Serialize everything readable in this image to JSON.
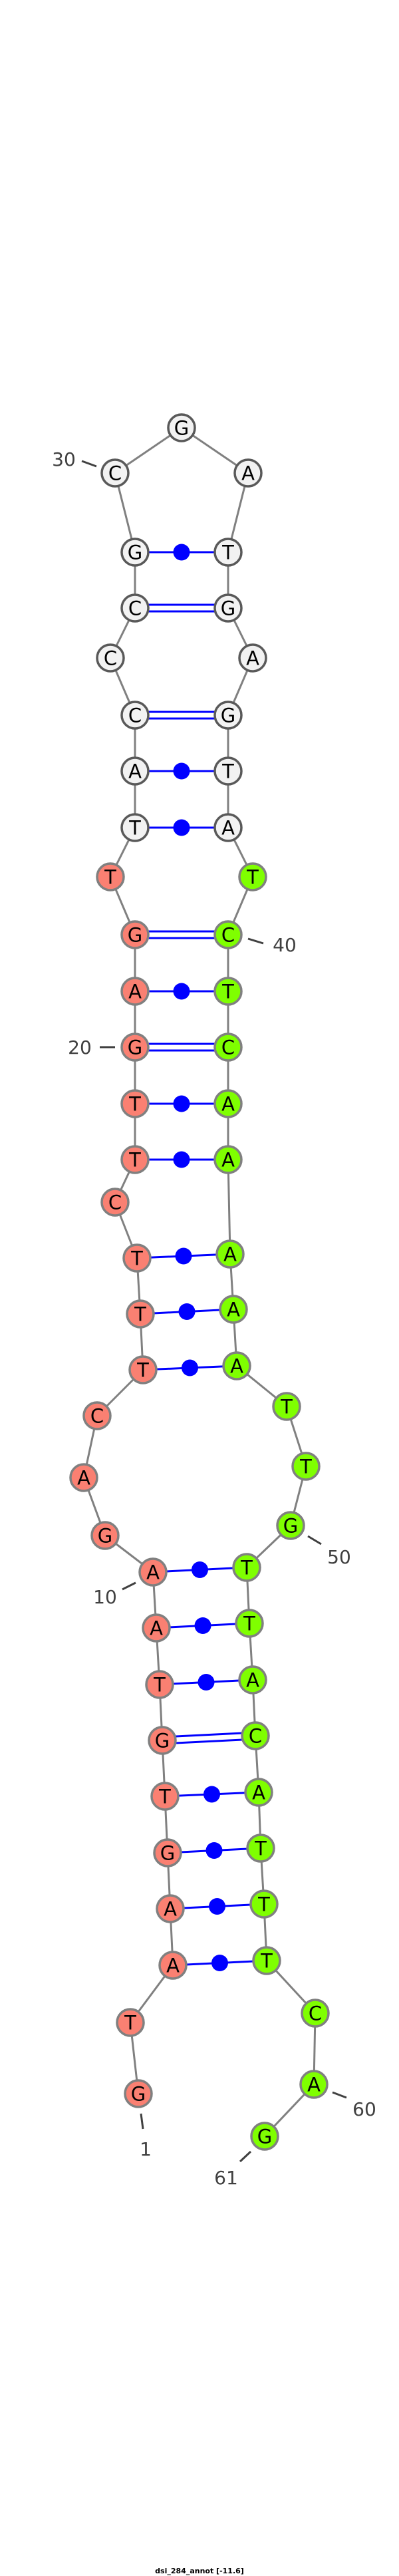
{
  "title": "dsi_284_annot [-11.6]",
  "sequence": "GTAAGTGTAAGACTTTCTTGAGTTACCCGCGATGAGTATCTCAAAAATTGTTACATTTCAG",
  "regions": [
    {
      "name": "strand-5prime",
      "from": 1,
      "to": 23,
      "fill": "#fa8072",
      "stroke": "#808080"
    },
    {
      "name": "hairpin-loop",
      "from": 24,
      "to": 38,
      "fill": "#f2f2f2",
      "stroke": "#595959"
    },
    {
      "name": "strand-3prime",
      "from": 39,
      "to": 61,
      "fill": "#7fff00",
      "stroke": "#808080"
    }
  ],
  "pairs": [
    [
      3,
      58
    ],
    [
      4,
      57
    ],
    [
      5,
      56
    ],
    [
      6,
      55
    ],
    [
      7,
      54
    ],
    [
      8,
      53
    ],
    [
      9,
      52
    ],
    [
      10,
      51
    ],
    [
      14,
      47
    ],
    [
      15,
      46
    ],
    [
      16,
      45
    ],
    [
      18,
      44
    ],
    [
      19,
      43
    ],
    [
      20,
      42
    ],
    [
      21,
      41
    ],
    [
      22,
      40
    ],
    [
      24,
      38
    ],
    [
      25,
      37
    ],
    [
      26,
      36
    ],
    [
      28,
      34
    ],
    [
      29,
      33
    ]
  ],
  "position_labels": [
    "1",
    "10",
    "20",
    "30",
    "40",
    "50",
    "60",
    "61"
  ],
  "colors": {
    "pair": "#0000ff",
    "backbone": "#808080",
    "label": "#404040"
  }
}
